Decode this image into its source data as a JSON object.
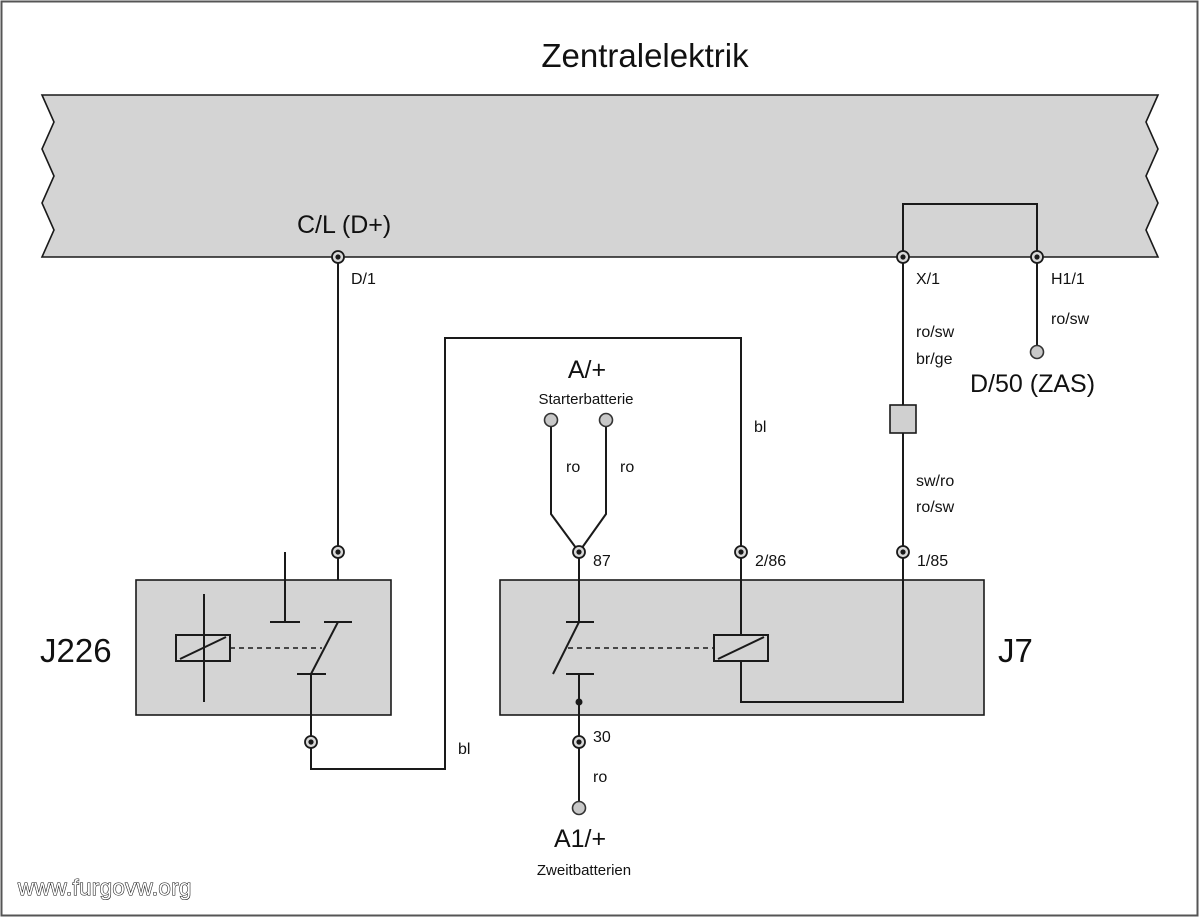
{
  "title": "Zentralelektrik",
  "bus_labels": {
    "cl_dplus": "C/L (D+)",
    "d1": "D/1",
    "x1": "X/1",
    "h11": "H1/1"
  },
  "components": {
    "j226": "J226",
    "j7": "J7"
  },
  "terminals": {
    "t87": "87",
    "t286": "2/86",
    "t185": "1/85",
    "t30": "30"
  },
  "batteries": {
    "starter_name": "A/+",
    "starter_sub": "Starterbatterie",
    "second_name": "A1/+",
    "second_sub": "Zweitbatterien"
  },
  "zas": "D/50 (ZAS)",
  "wire_colors": {
    "ro_left": "ro",
    "ro_right": "ro",
    "bl_top": "bl",
    "bl_bottom": "bl",
    "ro_sw_top": "ro/sw",
    "br_ge": "br/ge",
    "sw_ro": "sw/ro",
    "ro_sw_bottom": "ro/sw",
    "ro_sw_h11": "ro/sw",
    "ro_bottom": "ro"
  },
  "watermark": "www.furgovw.org",
  "colors": {
    "background": "#ffffff",
    "module_fill": "#d4d4d4",
    "line": "#1a1a1a"
  }
}
